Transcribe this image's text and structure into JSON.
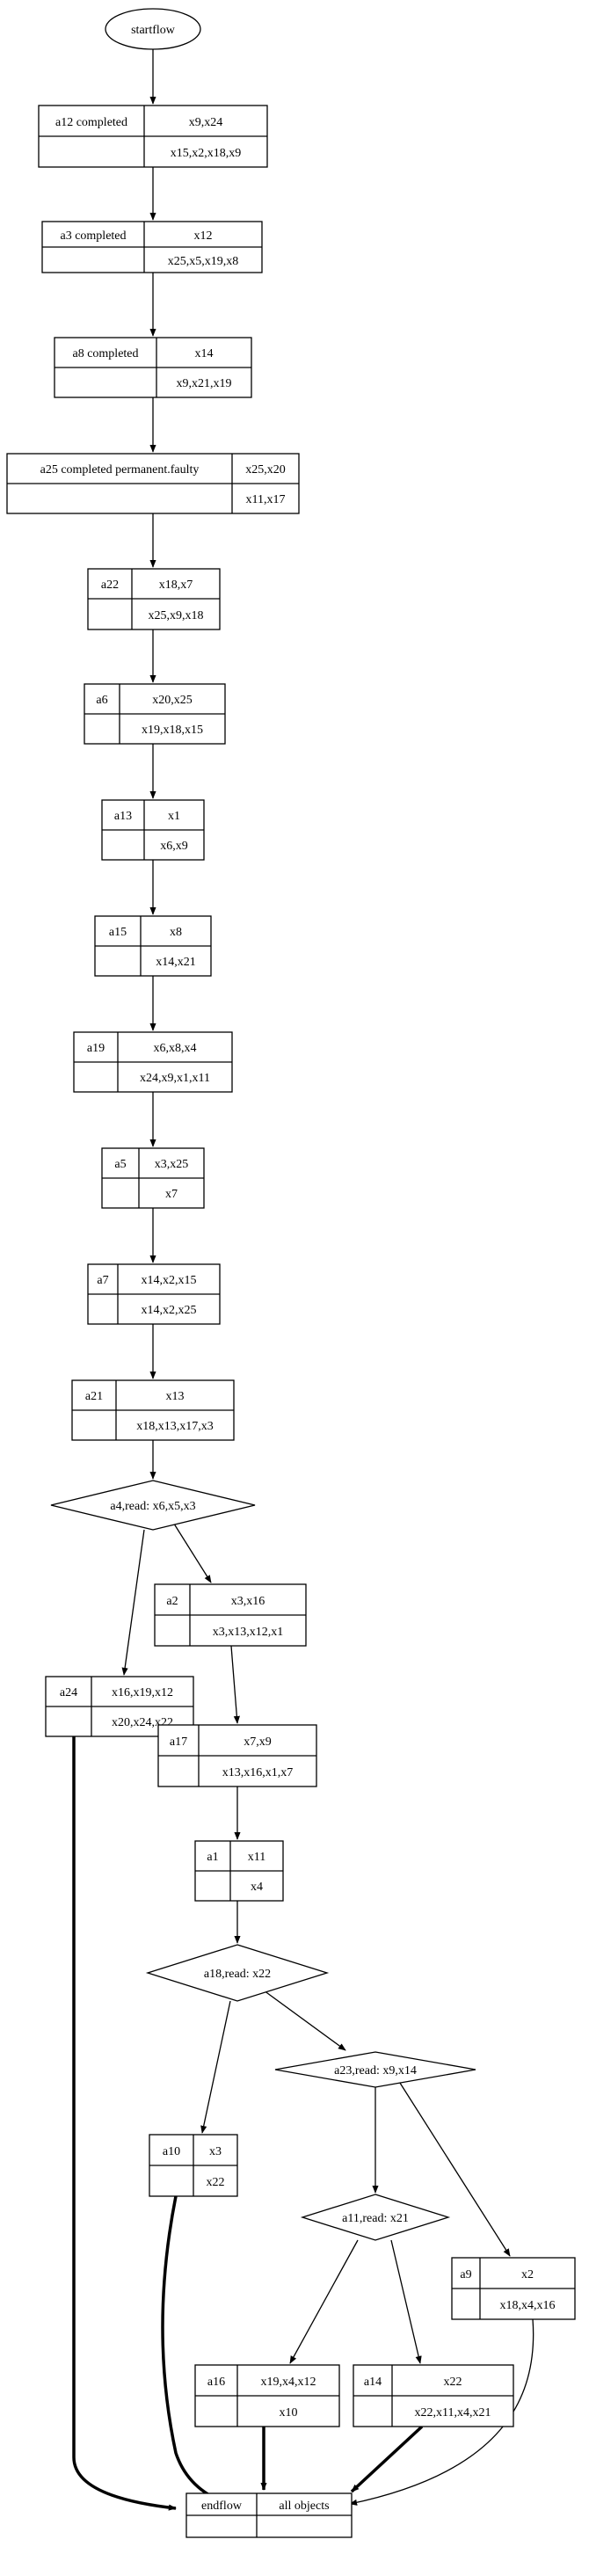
{
  "start": {
    "label": "startflow"
  },
  "end": {
    "label": "endflow",
    "objects_label": "all objects"
  },
  "activities": {
    "a12": {
      "name": "a12 completed",
      "out": "x9,x24",
      "in": "x15,x2,x18,x9"
    },
    "a3": {
      "name": "a3 completed",
      "out": "x12",
      "in": "x25,x5,x19,x8"
    },
    "a8": {
      "name": "a8 completed",
      "out": "x14",
      "in": "x9,x21,x19"
    },
    "a25": {
      "name": "a25 completed permanent.faulty",
      "out": "x25,x20",
      "in": "x11,x17"
    },
    "a22": {
      "name": "a22",
      "out": "x18,x7",
      "in": "x25,x9,x18"
    },
    "a6": {
      "name": "a6",
      "out": "x20,x25",
      "in": "x19,x18,x15"
    },
    "a13": {
      "name": "a13",
      "out": "x1",
      "in": "x6,x9"
    },
    "a15": {
      "name": "a15",
      "out": "x8",
      "in": "x14,x21"
    },
    "a19": {
      "name": "a19",
      "out": "x6,x8,x4",
      "in": "x24,x9,x1,x11"
    },
    "a5": {
      "name": "a5",
      "out": "x3,x25",
      "in": "x7"
    },
    "a7": {
      "name": "a7",
      "out": "x14,x2,x15",
      "in": "x14,x2,x25"
    },
    "a21": {
      "name": "a21",
      "out": "x13",
      "in": "x18,x13,x17,x3"
    },
    "a2": {
      "name": "a2",
      "out": "x3,x16",
      "in": "x3,x13,x12,x1"
    },
    "a24": {
      "name": "a24",
      "out": "x16,x19,x12",
      "in": "x20,x24,x22"
    },
    "a17": {
      "name": "a17",
      "out": "x7,x9",
      "in": "x13,x16,x1,x7"
    },
    "a1": {
      "name": "a1",
      "out": "x11",
      "in": "x4"
    },
    "a10": {
      "name": "a10",
      "out": "x3",
      "in": "x22"
    },
    "a9": {
      "name": "a9",
      "out": "x2",
      "in": "x18,x4,x16"
    },
    "a16": {
      "name": "a16",
      "out": "x19,x4,x12",
      "in": "x10"
    },
    "a14": {
      "name": "a14",
      "out": "x22",
      "in": "x22,x11,x4,x21"
    }
  },
  "decisions": {
    "a4": {
      "label": "a4,read: x6,x5,x3"
    },
    "a18": {
      "label": "a18,read: x22"
    },
    "a23": {
      "label": "a23,read: x9,x14"
    },
    "a11": {
      "label": "a11,read: x21"
    }
  }
}
